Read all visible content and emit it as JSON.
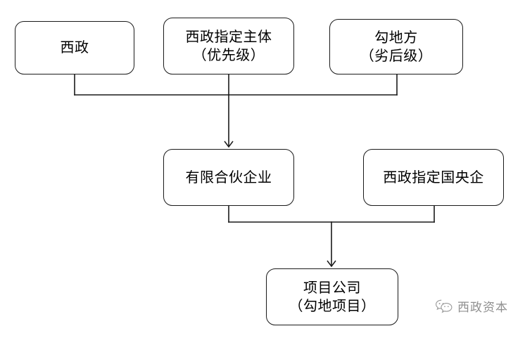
{
  "diagram": {
    "type": "flowchart",
    "title": "",
    "background_color": "#ffffff",
    "line_color": "#1a1a1a",
    "text_color": "#000000",
    "nodes": [
      {
        "id": "xizheng",
        "label": "西政",
        "row": "top"
      },
      {
        "id": "designated",
        "label": "西政指定主体\n（优先级）",
        "row": "top"
      },
      {
        "id": "land",
        "label": "勾地方\n（劣后级）",
        "row": "top"
      },
      {
        "id": "lp",
        "label": "有限合伙企业",
        "row": "middle"
      },
      {
        "id": "soe",
        "label": "西政指定国央企",
        "row": "middle"
      },
      {
        "id": "project",
        "label": "项目公司\n（勾地项目）",
        "row": "bottom"
      }
    ],
    "edges": [
      {
        "from": [
          "xizheng",
          "designated",
          "land"
        ],
        "to": "lp",
        "style": "merge-bus-arrow"
      },
      {
        "from": [
          "lp",
          "soe"
        ],
        "to": "project",
        "style": "merge-bus-arrow"
      }
    ]
  },
  "watermark": {
    "text": "西政资本",
    "icon": "wechat-icon",
    "color": "#4a4a4a"
  }
}
